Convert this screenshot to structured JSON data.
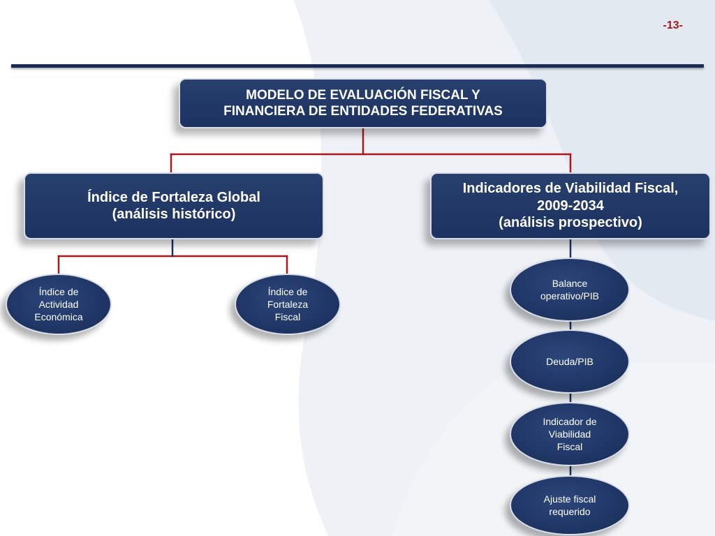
{
  "slide": {
    "page_number": "-13-",
    "colors": {
      "accent_red": "#a8191e",
      "box_navy": "#1c3260",
      "rule_navy": "#1a2b55",
      "box_border": "#d9dde6"
    }
  },
  "diagram": {
    "root": {
      "lines": [
        "MODELO DE EVALUACIÓN FISCAL Y",
        "FINANCIERA DE ENTIDADES FEDERATIVAS"
      ]
    },
    "left_branch": {
      "lines": [
        "Índice de Fortaleza Global",
        "(análisis histórico)"
      ],
      "children": [
        {
          "lines": [
            "Índice de",
            "Actividad",
            "Económica"
          ]
        },
        {
          "lines": [
            "Índice de",
            "Fortaleza",
            "Fiscal"
          ]
        }
      ]
    },
    "right_branch": {
      "lines": [
        "Indicadores de Viabilidad Fiscal,",
        "2009-2034",
        "(análisis prospectivo)"
      ],
      "children": [
        {
          "lines": [
            "Balance",
            "operativo/PIB"
          ]
        },
        {
          "lines": [
            "Deuda/PIB"
          ]
        },
        {
          "lines": [
            "Indicador de",
            "Viabilidad",
            "Fiscal"
          ]
        },
        {
          "lines": [
            "Ajuste fiscal",
            "requerido"
          ]
        }
      ]
    }
  }
}
